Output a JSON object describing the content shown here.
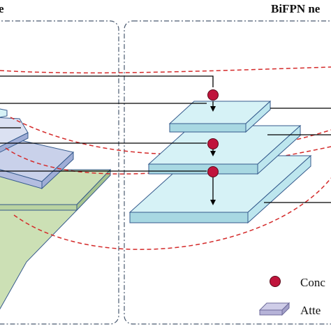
{
  "labels": {
    "left_section_title": "e",
    "right_section_title": "BiFPN ne",
    "legend_concat": "Conc",
    "legend_attention": "Atte"
  },
  "colors": {
    "panel_border": "#4a5a70",
    "concat_dot": "#c0143c",
    "dashed_curve": "#d42a2a",
    "bifpn_layer_fill": "#d6f2f6",
    "bifpn_layer_side": "#a8d8e2",
    "layer_edge": "#355a8c",
    "backbone_blue": "#c9d1ea",
    "backbone_blue_side": "#9fadd6",
    "backbone_green": "#cce0b5",
    "backbone_green_side": "#a6c490",
    "legend_slab": "#b6b3d8"
  },
  "icons": {
    "concat": "red-circle-icon",
    "attention": "lavender-slab-icon"
  }
}
